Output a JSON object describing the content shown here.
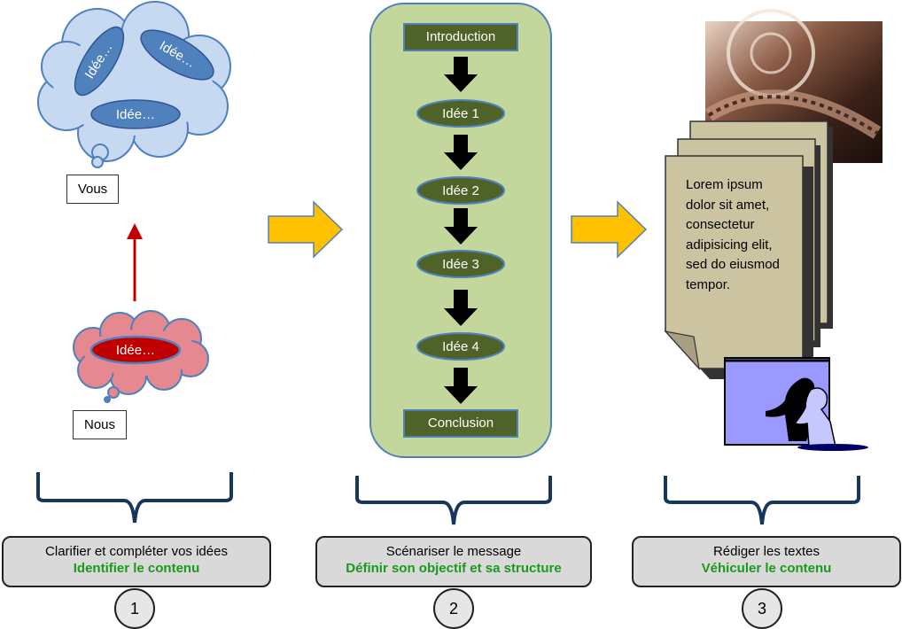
{
  "panel1": {
    "thought_big": [
      "Idée…",
      "Idée…",
      "Idée…"
    ],
    "label_vous": "Vous",
    "thought_small": "Idée…",
    "label_nous": "Nous"
  },
  "panel2": {
    "steps": [
      "Introduction",
      "Idée 1",
      "Idée 2",
      "Idée 3",
      "Idée 4",
      "Conclusion"
    ]
  },
  "panel3": {
    "doc_text": "Lorem ipsum dolor sit amet, consectetur adipisicing elit, sed do eiusmod tempor."
  },
  "bottom": [
    {
      "line1": "Clarifier et compléter vos idées",
      "line2": "Identifier le contenu",
      "number": "1"
    },
    {
      "line1": "Scénariser le message",
      "line2": "Définir son objectif  et sa structure",
      "number": "2"
    },
    {
      "line1": "Rédiger les textes",
      "line2": "Véhiculer le contenu",
      "number": "3"
    }
  ],
  "colors": {
    "cloud_blue": "#c6d9f1",
    "cloud_pink": "#e6888f",
    "panel_green": "#c3d69b",
    "step_olive": "#4f6228",
    "arrow_orange": "#ffc000",
    "bracket_navy": "#17365d",
    "label_green": "#1a9a1a"
  }
}
